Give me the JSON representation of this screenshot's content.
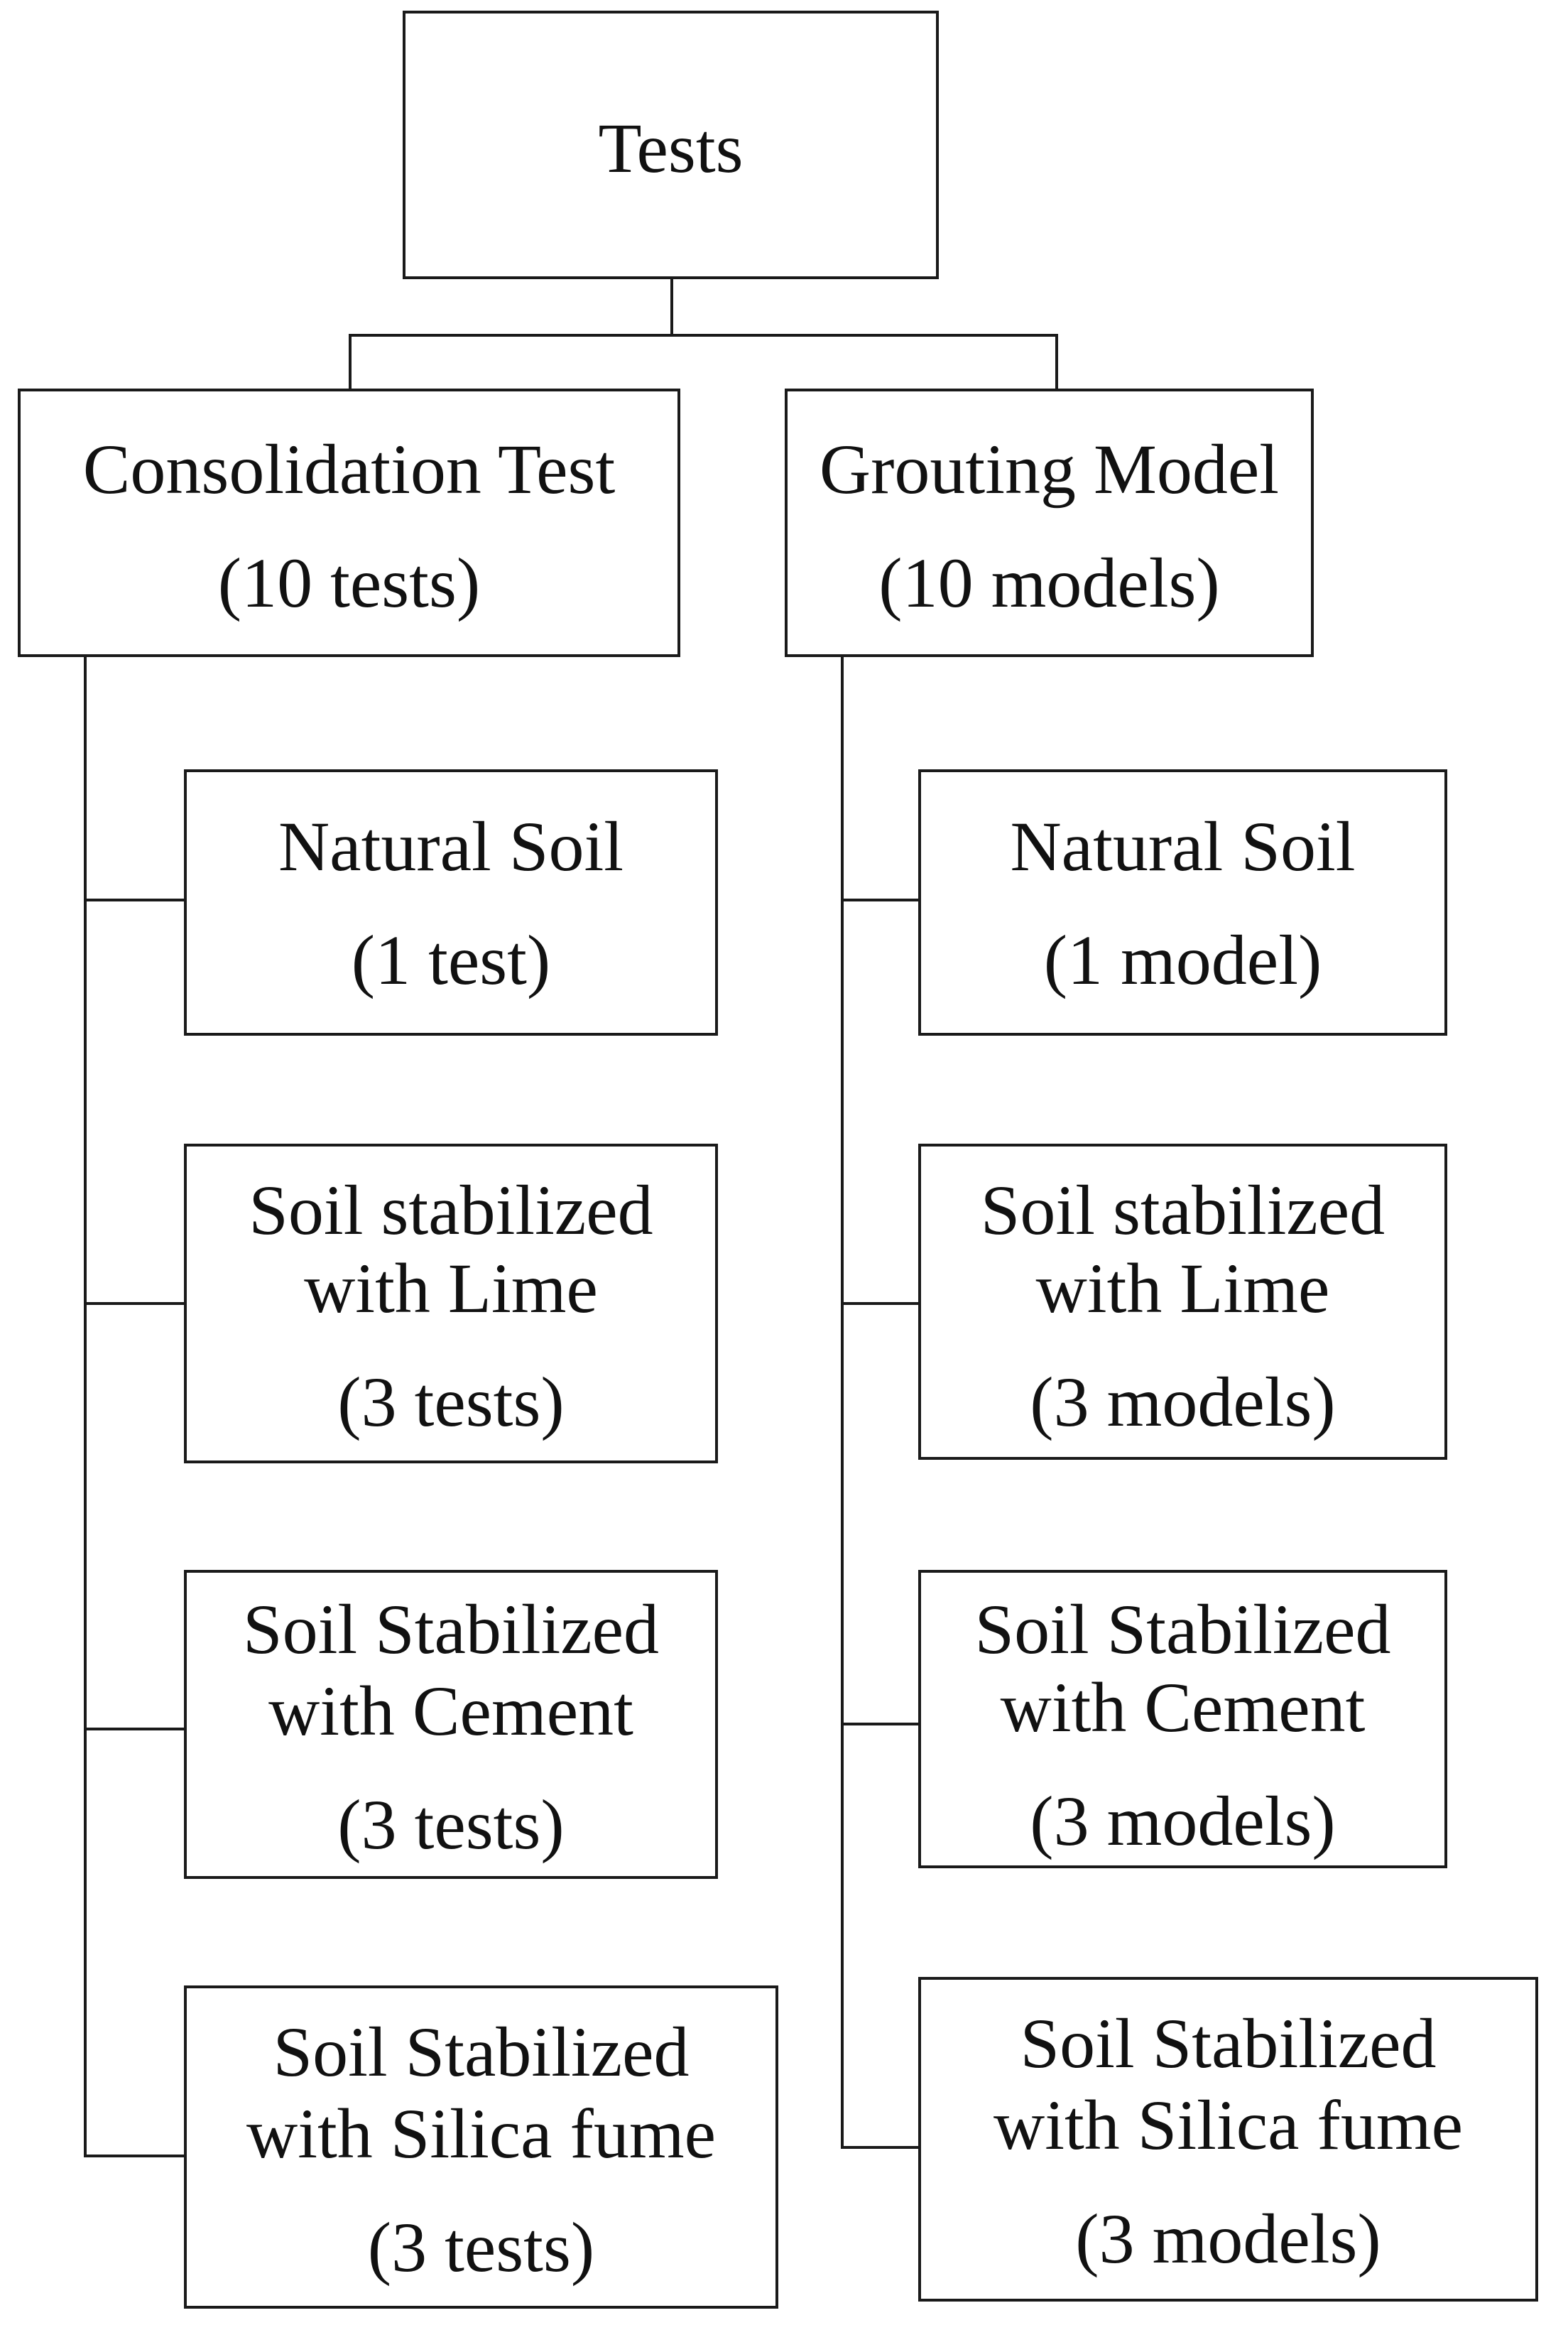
{
  "root": {
    "label": "Tests"
  },
  "branches": [
    {
      "title": "Consolidation Test",
      "count": "(10 tests)",
      "children": [
        {
          "lines": [
            "Natural Soil"
          ],
          "count": "(1 test)"
        },
        {
          "lines": [
            "Soil stabilized",
            "with Lime"
          ],
          "count": "(3 tests)"
        },
        {
          "lines": [
            "Soil Stabilized",
            "with Cement"
          ],
          "count": "(3 tests)"
        },
        {
          "lines": [
            "Soil Stabilized",
            "with Silica fume"
          ],
          "count": "(3 tests)"
        }
      ]
    },
    {
      "title": "Grouting Model",
      "count": "(10 models)",
      "children": [
        {
          "lines": [
            "Natural Soil"
          ],
          "count": "(1 model)"
        },
        {
          "lines": [
            "Soil stabilized",
            "with Lime"
          ],
          "count": "(3 models)"
        },
        {
          "lines": [
            "Soil Stabilized",
            "with Cement"
          ],
          "count": "(3 models)"
        },
        {
          "lines": [
            "Soil Stabilized",
            "with Silica fume"
          ],
          "count": "(3 models)"
        }
      ]
    }
  ]
}
